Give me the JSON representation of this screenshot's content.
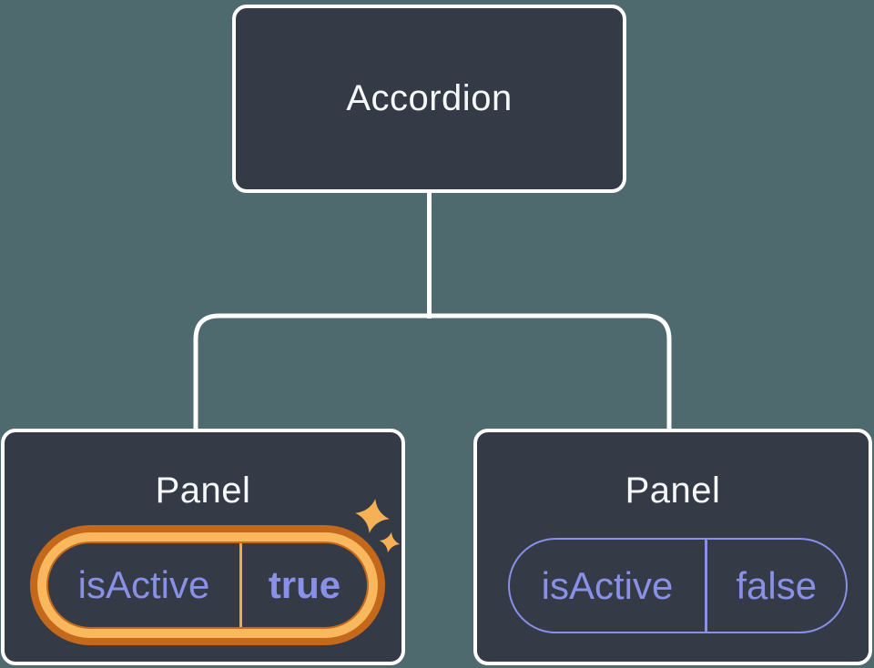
{
  "diagram": {
    "type": "component-tree",
    "root": {
      "label": "Accordion"
    },
    "children": [
      {
        "label": "Panel",
        "state": {
          "key": "isActive",
          "value": "true"
        },
        "highlighted": true,
        "icons": [
          {
            "name": "sparkle-large"
          },
          {
            "name": "sparkle-small"
          }
        ]
      },
      {
        "label": "Panel",
        "state": {
          "key": "isActive",
          "value": "false"
        },
        "highlighted": false
      }
    ]
  },
  "colors": {
    "background": "#4f6a6e",
    "node_fill": "#343a46",
    "node_border": "#ffffff",
    "node_text": "#f6f7f9",
    "connector": "#ffffff",
    "state_text": "#8890e8",
    "state_border": "#8890e8",
    "highlight_ring_outer": "#c4691c",
    "highlight_ring_inner": "#f9b75e",
    "highlight_divider": "#eda94a",
    "sparkle": "#f6b157"
  }
}
